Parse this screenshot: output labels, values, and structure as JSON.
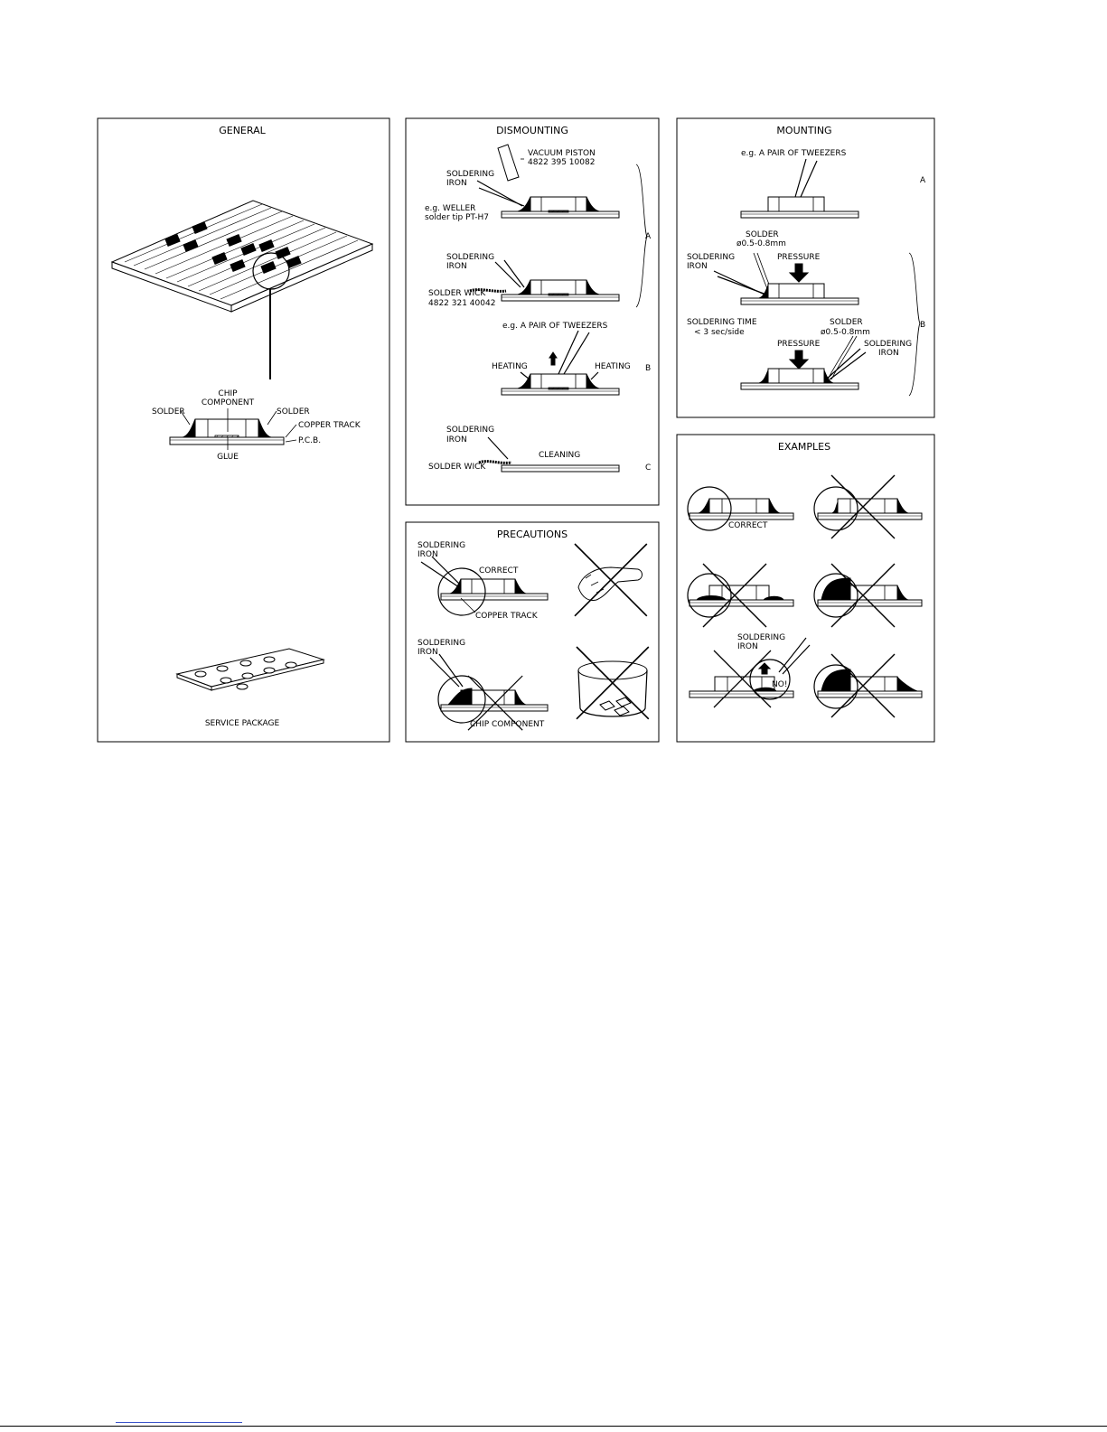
{
  "panels": {
    "general": {
      "title": "GENERAL",
      "labels": {
        "chip_component_1": "CHIP",
        "chip_component_2": "COMPONENT",
        "solder_left": "SOLDER",
        "solder_right": "SOLDER",
        "copper_track": "COPPER TRACK",
        "pcb": "P.C.B.",
        "glue": "GLUE",
        "service_package": "SERVICE PACKAGE"
      }
    },
    "dismounting": {
      "title": "DISMOUNTING",
      "labels": {
        "vacuum_piston_1": "VACUUM PISTON",
        "vacuum_piston_2": "4822 395 10082",
        "soldering_iron_a1_1": "SOLDERING",
        "soldering_iron_a1_2": "IRON",
        "weller_1": "e.g. WELLER",
        "weller_2": "solder tip PT-H7",
        "soldering_iron_a2_1": "SOLDERING",
        "soldering_iron_a2_2": "IRON",
        "solder_wick_1": "SOLDER WICK",
        "solder_wick_2": "4822 321 40042",
        "tweezers": "e.g. A PAIR OF TWEEZERS",
        "heating_left": "HEATING",
        "heating_right": "HEATING",
        "soldering_iron_c_1": "SOLDERING",
        "soldering_iron_c_2": "IRON",
        "cleaning": "CLEANING",
        "solder_wick_c": "SOLDER WICK",
        "step_a": "A",
        "step_b": "B",
        "step_c": "C"
      }
    },
    "mounting": {
      "title": "MOUNTING",
      "labels": {
        "tweezers": "e.g. A PAIR OF TWEEZERS",
        "step_a": "A",
        "solder_1": "SOLDER",
        "solder_1_size": "ø0.5-0.8mm",
        "soldering_iron_1": "SOLDERING",
        "soldering_iron_2": "IRON",
        "pressure_1": "PRESSURE",
        "soldering_time_1": "SOLDERING TIME",
        "soldering_time_2": "< 3 sec/side",
        "solder_2": "SOLDER",
        "solder_2_size": "ø0.5-0.8mm",
        "pressure_2": "PRESSURE",
        "soldering_iron_r1": "SOLDERING",
        "soldering_iron_r2": "IRON",
        "step_b": "B"
      }
    },
    "precautions": {
      "title": "PRECAUTIONS",
      "labels": {
        "soldering_iron_1a": "SOLDERING",
        "soldering_iron_1b": "IRON",
        "correct": "CORRECT",
        "copper_track": "COPPER TRACK",
        "soldering_iron_2a": "SOLDERING",
        "soldering_iron_2b": "IRON",
        "chip_component": "CHIP COMPONENT"
      }
    },
    "examples": {
      "title": "EXAMPLES",
      "labels": {
        "correct": "CORRECT",
        "soldering_iron_1": "SOLDERING",
        "soldering_iron_2": "IRON",
        "no": "NO!"
      }
    }
  }
}
